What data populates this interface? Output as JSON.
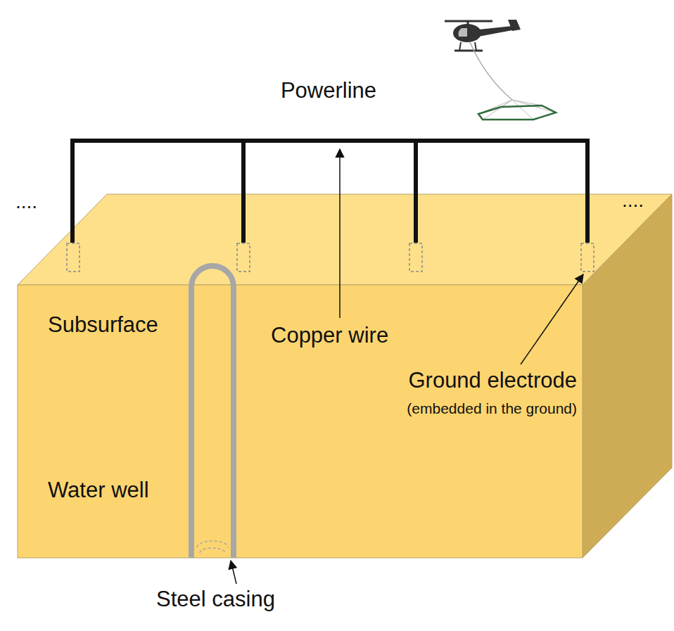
{
  "diagram": {
    "labels": [
      "Powerline",
      "....",
      "....",
      "Subsurface",
      "Copper wire",
      "Ground electrode",
      "(embedded in the ground)",
      "Water well",
      "Steel casing"
    ]
  }
}
